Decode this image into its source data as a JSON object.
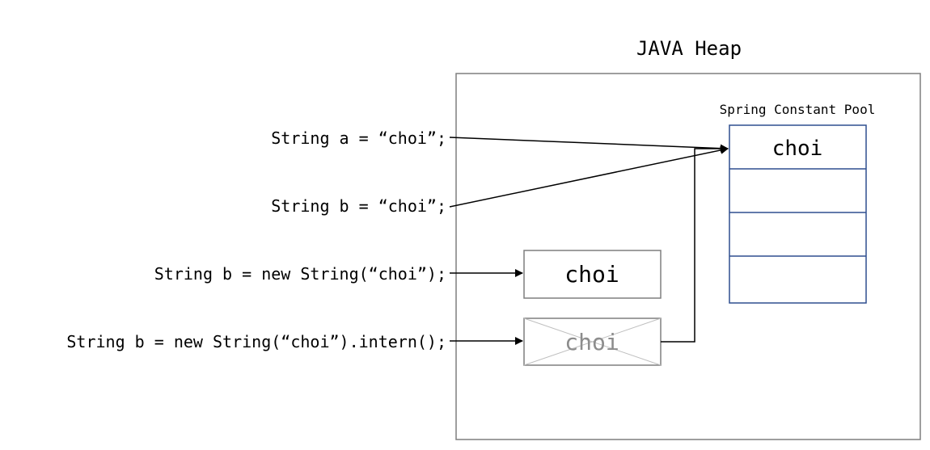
{
  "heap": {
    "title": "JAVA Heap"
  },
  "pool": {
    "title": "Spring Constant Pool",
    "value": "choi",
    "empty_slots": 3
  },
  "statements": [
    "String a = “choi”;",
    "String b = “choi”;",
    "String b = new String(“choi”);",
    "String b = new String(“choi”).intern();"
  ],
  "objects": {
    "new_string_value": "choi",
    "interned_string_value": "choi"
  },
  "colors": {
    "heap_border": "#7f7f7f",
    "pool_border": "#2f4f8f",
    "object_border": "#7f7f7f",
    "crossed_text": "#8c8c8c",
    "arrow": "#000000"
  }
}
